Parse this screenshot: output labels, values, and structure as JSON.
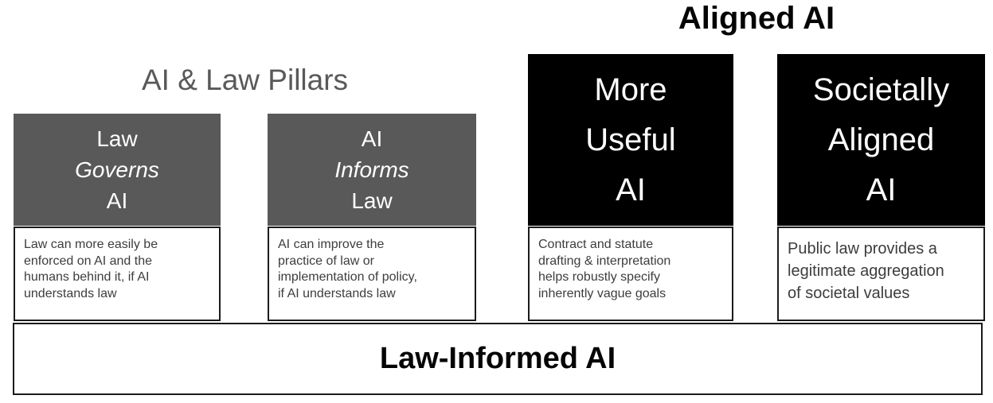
{
  "headers": {
    "aligned_ai": "Aligned AI",
    "ai_law_pillars": "AI & Law Pillars"
  },
  "columns": [
    {
      "name": "law-governs-ai",
      "box_style": "gray-pillar",
      "header_lines": [
        "Law",
        "Governs",
        "AI"
      ],
      "italic_line": "Governs",
      "description": "Law can more easily be\nenforced on AI and the\nhumans behind it, if AI\nunderstands law"
    },
    {
      "name": "ai-informs-law",
      "box_style": "gray-pillar",
      "header_lines": [
        "AI",
        "Informs",
        "Law"
      ],
      "italic_line": "Informs",
      "description": "AI can improve the\npractice of law or\nimplementation of policy,\nif AI understands law"
    },
    {
      "name": "more-useful-ai",
      "box_style": "black-box",
      "header_lines": [
        "More",
        "Useful",
        "AI"
      ],
      "italic_line": "",
      "description": "Contract and statute\ndrafting & interpretation\nhelps robustly specify\ninherently vague goals"
    },
    {
      "name": "societally-aligned-ai",
      "box_style": "black-box",
      "header_lines": [
        "Societally",
        "Aligned",
        "AI"
      ],
      "italic_line": "",
      "description": "Public law provides a\nlegitimate aggregation\nof societal values"
    }
  ],
  "footer": {
    "label": "Law-Informed AI"
  },
  "colors": {
    "pillar_gray": "#595959",
    "box_black": "#000000",
    "description_text": "#3d3d3d",
    "border": "#1b1b1b",
    "heading_gray": "#595959",
    "heading_black": "#050505"
  }
}
